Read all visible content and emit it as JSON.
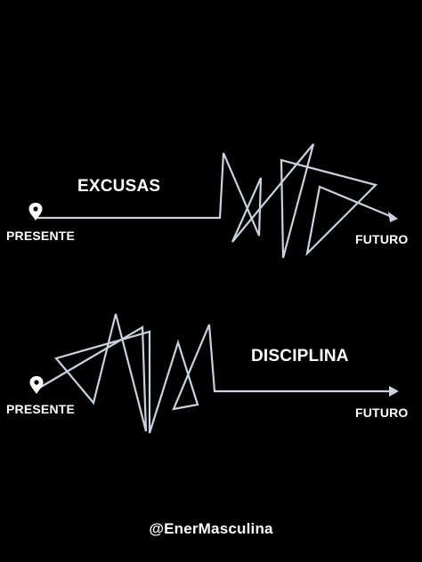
{
  "diagrams": [
    {
      "title": "EXCUSAS",
      "start_label": "PRESENTE",
      "end_label": "FUTURO"
    },
    {
      "title": "DISCIPLINA",
      "start_label": "PRESENTE",
      "end_label": "FUTURO"
    }
  ],
  "footer": {
    "handle": "@EnerMasculina"
  },
  "icons": {
    "start": "location-pin-icon",
    "end": "arrow-right-icon"
  },
  "colors": {
    "background": "#000000",
    "path": "#c9d2de",
    "text": "#ffffff"
  }
}
